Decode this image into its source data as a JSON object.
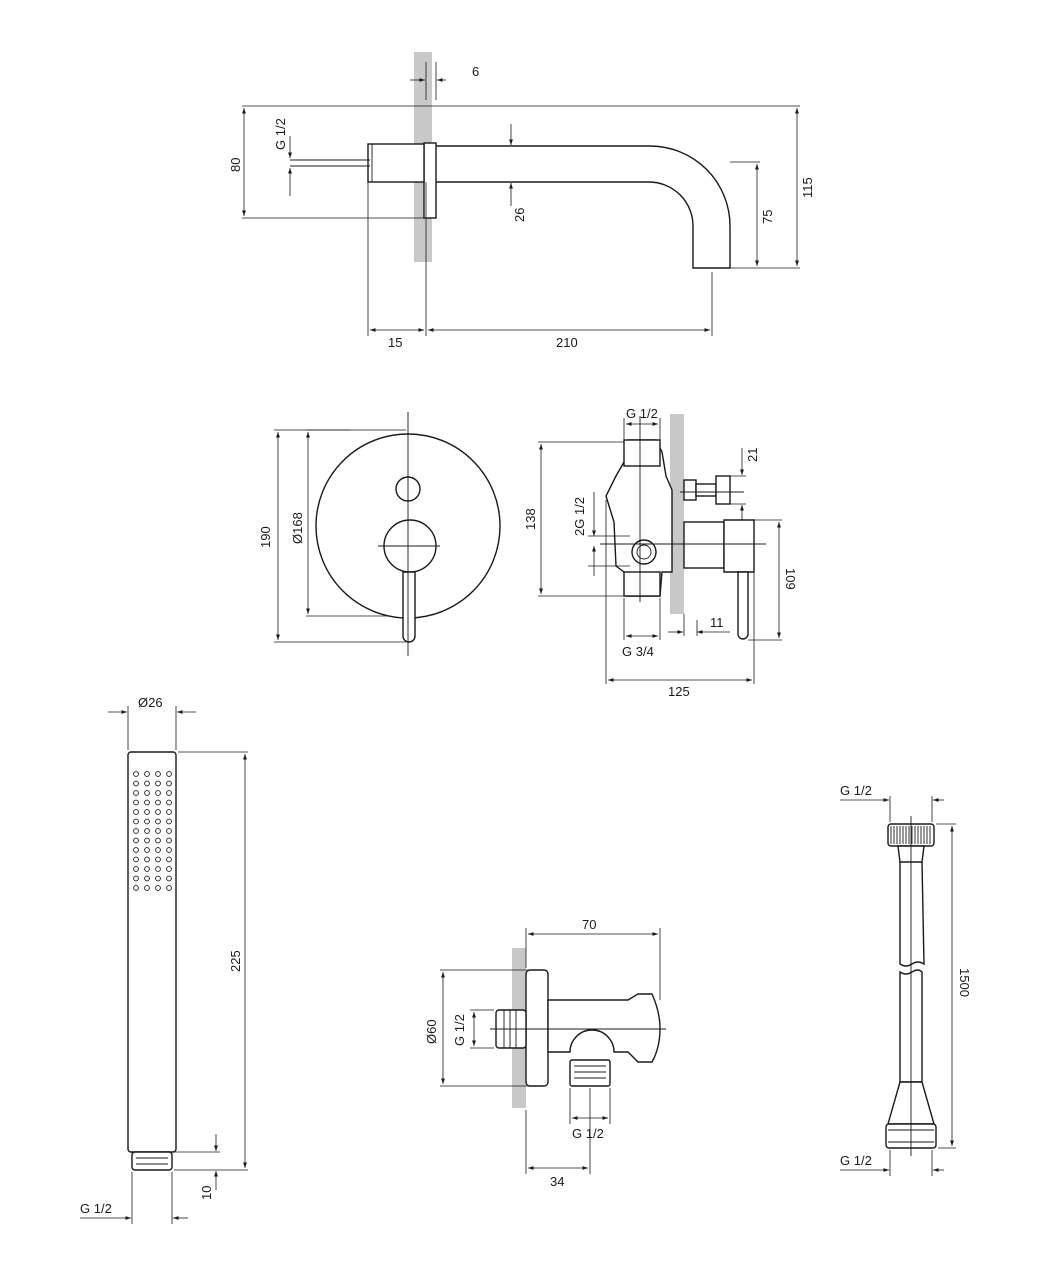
{
  "spout": {
    "dim_top_6": "6",
    "dim_thread": "G 1/2",
    "dim_height_80": "80",
    "dim_pipe_26": "26",
    "dim_drop_75": "75",
    "dim_total_115": "115",
    "dim_depth_15": "15",
    "dim_reach_210": "210"
  },
  "mixer_front": {
    "dim_190": "190",
    "dim_diam_168": "Ø168"
  },
  "mixer_side": {
    "dim_top_thread": "G 1/2",
    "dim_21": "21",
    "dim_2g": "2G 1/2",
    "dim_138": "138",
    "dim_109": "109",
    "dim_11": "11",
    "dim_g34": "G 3/4",
    "dim_125": "125"
  },
  "hand_shower": {
    "dim_diam_26": "Ø26",
    "dim_225": "225",
    "dim_10": "10",
    "dim_thread": "G 1/2"
  },
  "wall_outlet": {
    "dim_70": "70",
    "dim_diam_60": "Ø60",
    "dim_thread_in": "G 1/2",
    "dim_thread_out": "G 1/2",
    "dim_34": "34"
  },
  "hose": {
    "dim_thread_top": "G 1/2",
    "dim_1500": "1500",
    "dim_thread_bottom": "G 1/2"
  }
}
